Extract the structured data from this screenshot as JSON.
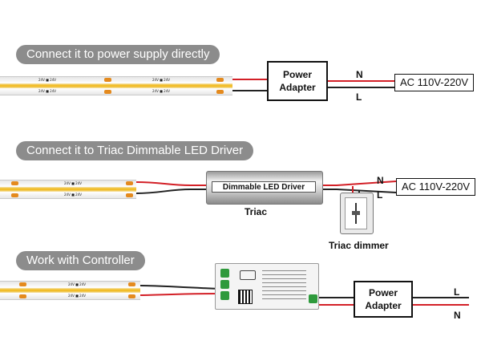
{
  "sections": [
    {
      "title": "Connect it to power supply directly"
    },
    {
      "title": "Connect it to Triac Dimmable LED Driver"
    },
    {
      "title": "Work with Controller"
    }
  ],
  "strip_markings": {
    "top": "24V  ■  24V",
    "bottom": "24V  ■  24V"
  },
  "row1": {
    "adapter": "Power Adapter",
    "n_label": "N",
    "l_label": "L",
    "ac_label": "AC 110V-220V"
  },
  "row2": {
    "driver_label": "Dimmable LED Driver",
    "driver_caption": "Triac",
    "n_label": "N",
    "l_label": "L",
    "ac_label": "AC 110V-220V",
    "dimmer_caption": "Triac dimmer"
  },
  "row3": {
    "adapter": "Power Adapter",
    "l_label": "L",
    "n_label": "N"
  },
  "colors": {
    "pill": "#8c8c8c",
    "live_wire": "#d32027",
    "neutral_wire": "#222222",
    "strip_yellow": "#f2b816",
    "terminal_green": "#2e9a3c"
  },
  "icons": [
    "led-strip",
    "power-adapter",
    "led-driver",
    "triac-dimmer",
    "controller",
    "ce-mark-icon",
    "qr-code"
  ]
}
